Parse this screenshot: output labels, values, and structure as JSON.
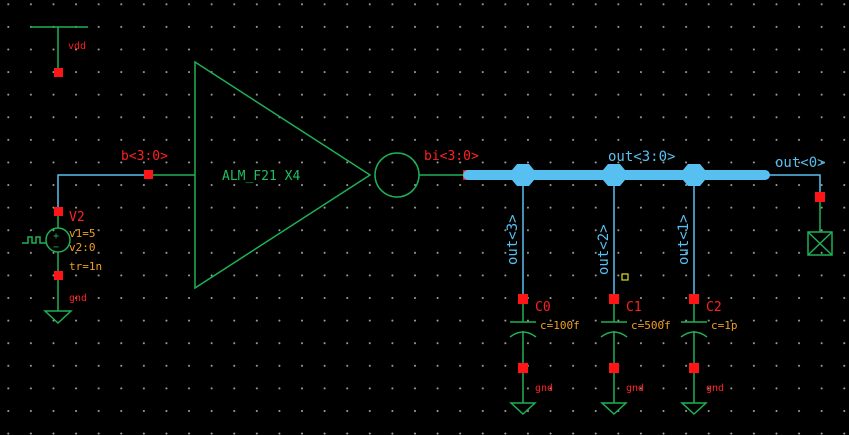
{
  "supply": {
    "label": "vdd"
  },
  "buffer": {
    "label": "ALM_F21 X4"
  },
  "input_net": "b<3:0>",
  "internal_net": "bi<3:0>",
  "output_bus": "out<3:0>",
  "output_pin_net": "out<0>",
  "source": {
    "name": "V2",
    "params": [
      "v1=5",
      "v2:0",
      "tr=1n"
    ],
    "gnd": "gnd"
  },
  "branches": [
    {
      "net": "out<3>",
      "cap": "C0",
      "value": "c=100f",
      "gnd": "gnd"
    },
    {
      "net": "out<2>",
      "cap": "C1",
      "value": "c=500f",
      "gnd": "gnd"
    },
    {
      "net": "out<1>",
      "cap": "C2",
      "value": "c=1p",
      "gnd": "gnd"
    }
  ],
  "colors": {
    "wire": "#1fb055",
    "net": "#58c0f0",
    "pin": "#ff1515",
    "label": "#ff2020",
    "param": "#f0a020"
  }
}
